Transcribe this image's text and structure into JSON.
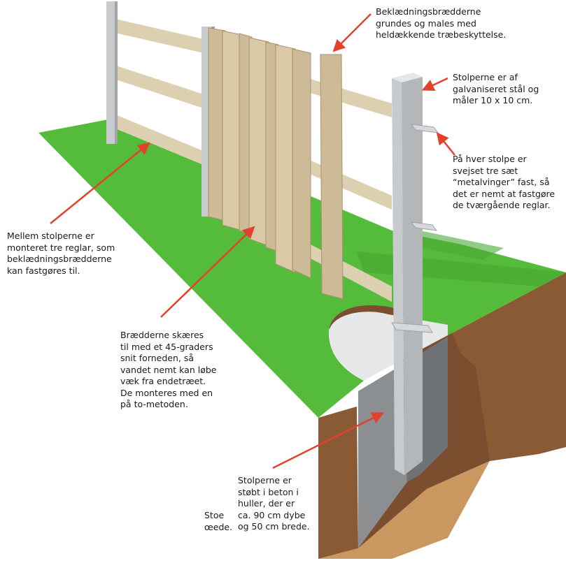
{
  "annotations": {
    "boards_primed": "Beklædningsbrædderne\ngrundes og males med\nheldækkende træbeskyttelse.",
    "posts_steel": "Stolperne er af\ngalvaniseret stål og\nmåler 10 x 10 cm.",
    "metal_wings": "På hver stolpe er\nsvejset tre sæt\n“metalvinger” fast, så\ndet er nemt at fastgøre\nde tværgående reglar.",
    "rails_mounted": "Mellem stolperne er\nmonteret tre reglar, som\nbeklædningsbrædderne\nkan fastgøres til.",
    "boards_cut": "Brædderne skæres\ntil med et 45-graders\nsnit forneden, så\nvandet nemt kan løbe\nvæk fra endetræet.\nDe monteres med en\npå to-metoden.",
    "posts_concrete": "Stolperne er\nstøbt i beton i\nhuller, der er\nca. 90 cm dybe\nog 50 cm brede.",
    "fragment": "Stoe\nœede."
  },
  "colors": {
    "grass": "#55bb3b",
    "soil": "#8a5a35",
    "soil_light": "#c9975f",
    "concrete": "#8c8f91",
    "concrete_top": "#e6e7e8",
    "post": "#c8cbcd",
    "board": "#cdbb98",
    "board_shadow": "#a8926f",
    "rail": "#ddd0b0",
    "arrow": "#e3412b"
  }
}
